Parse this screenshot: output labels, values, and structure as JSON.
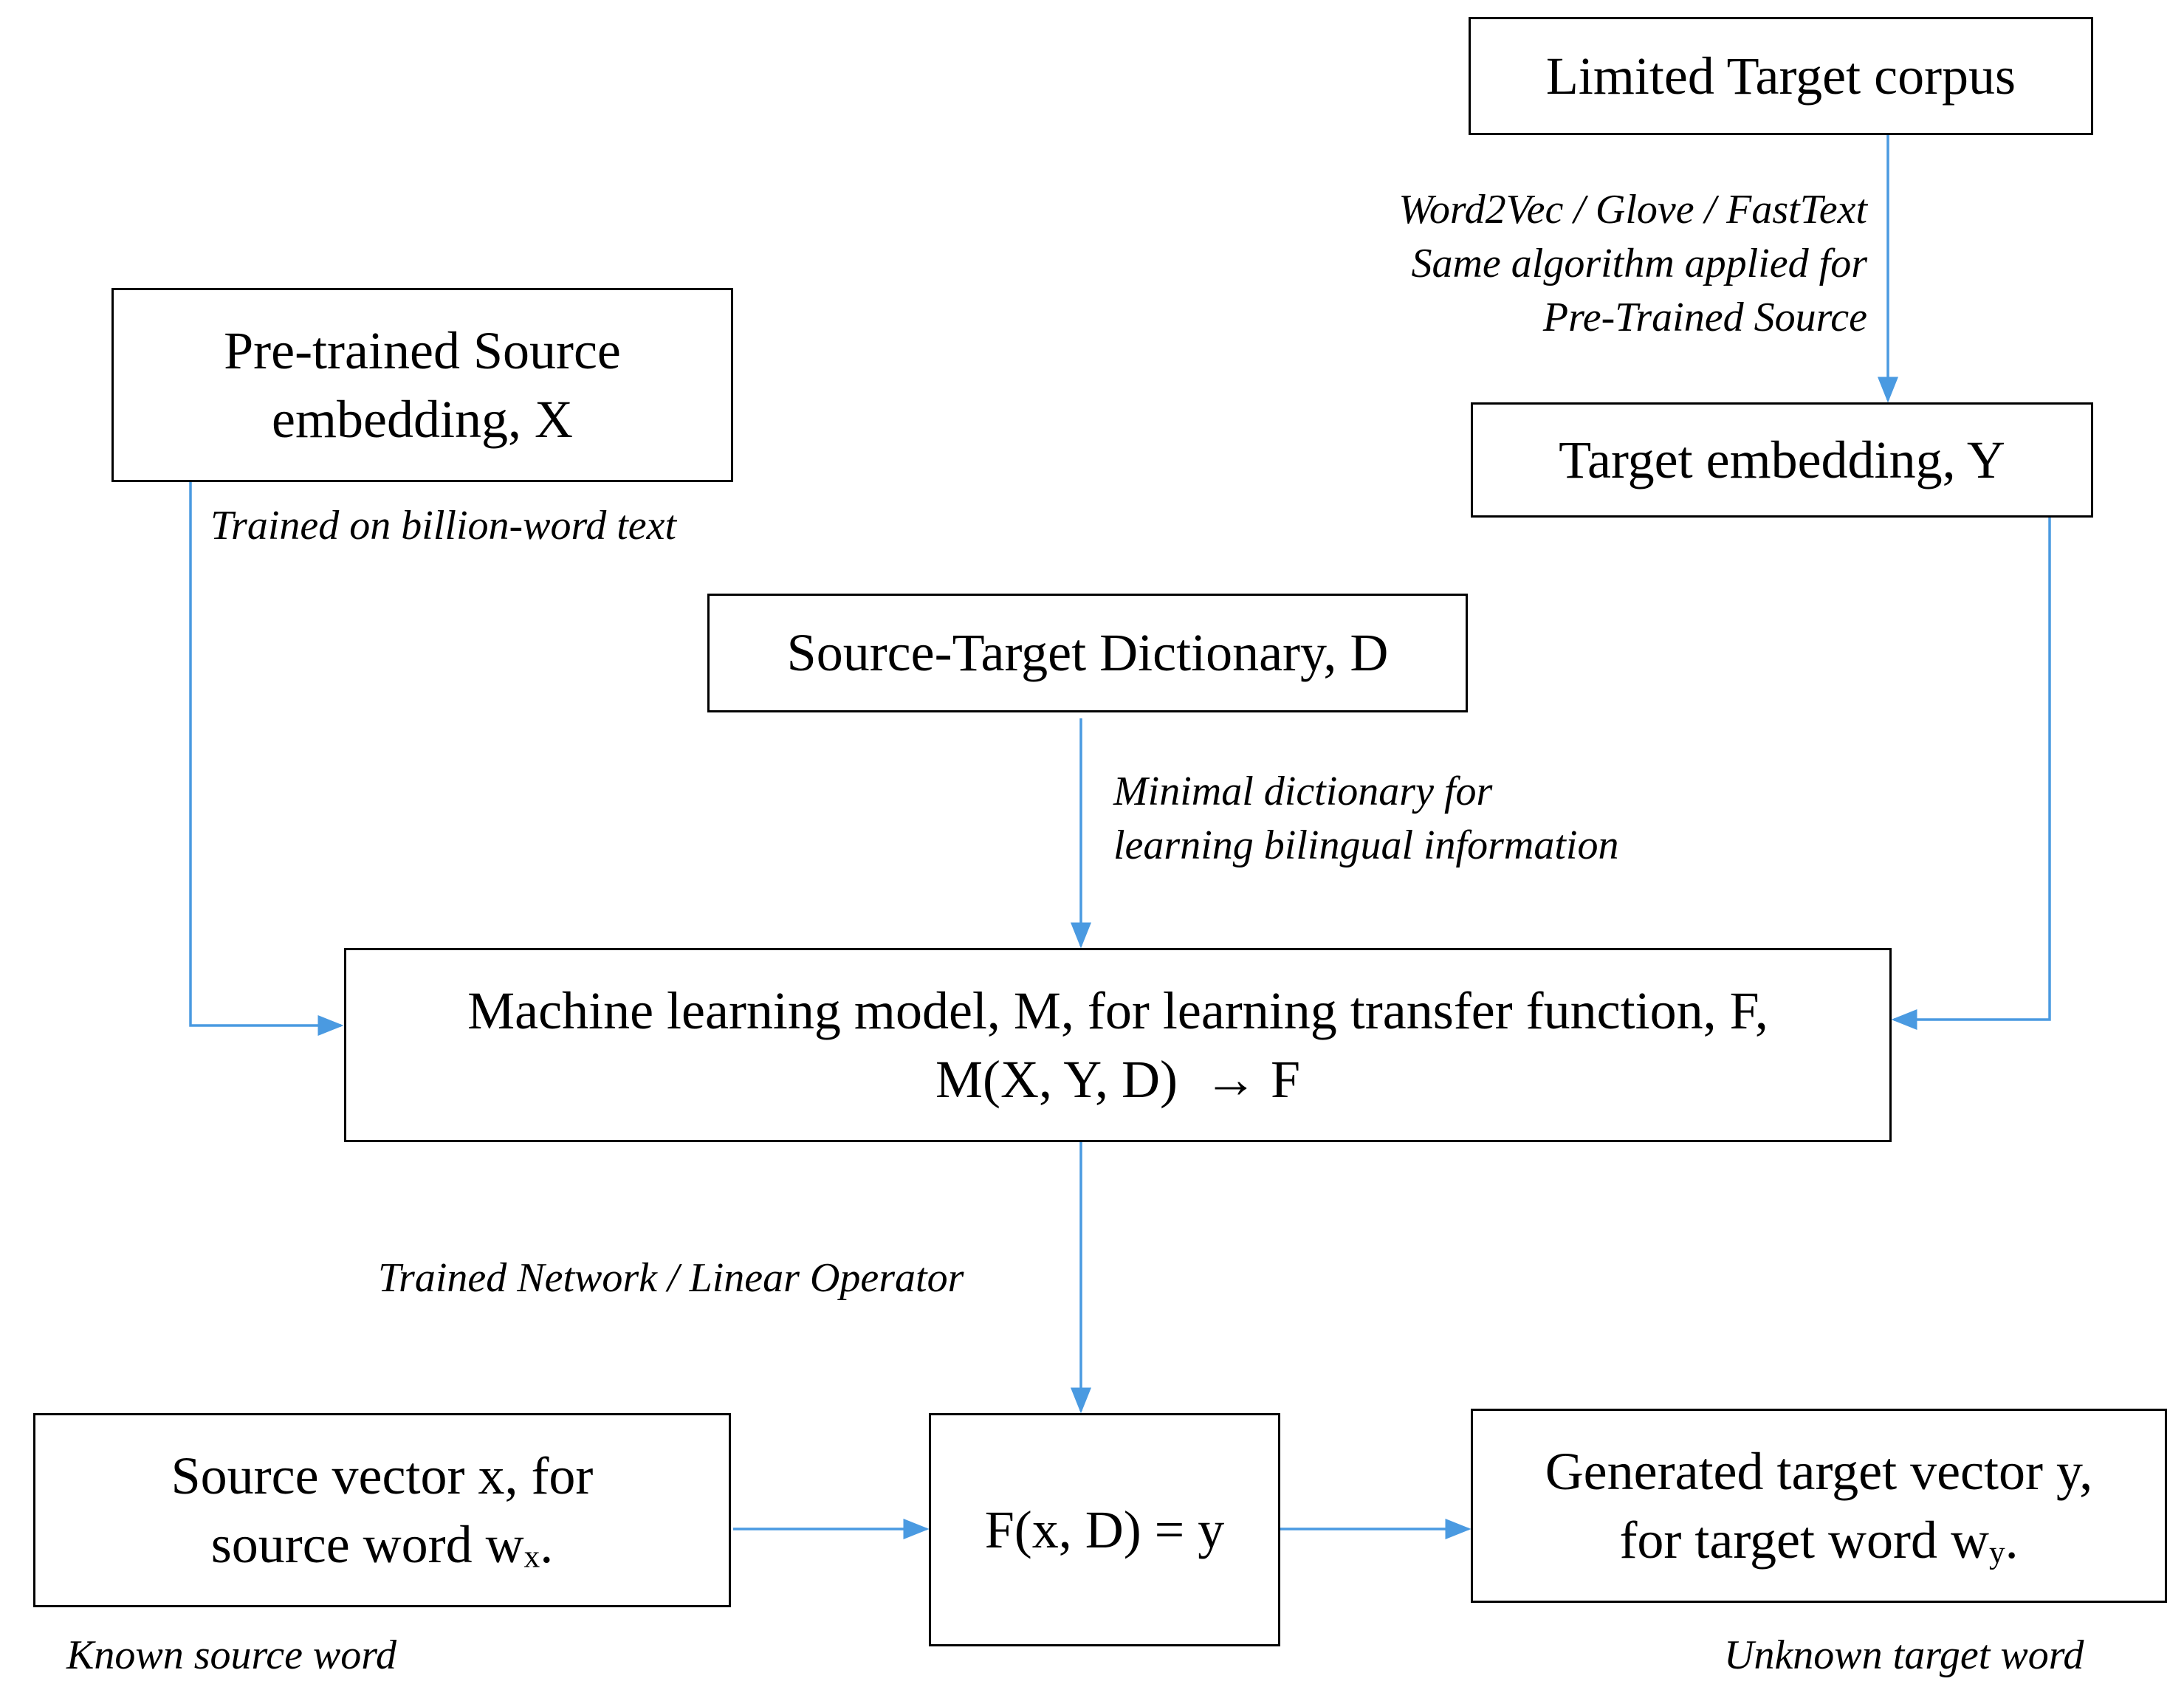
{
  "nodes": {
    "limited_target_corpus": "Limited Target corpus",
    "pretrained_source": [
      "Pre-trained Source",
      "embedding, X"
    ],
    "target_embedding": "Target embedding, Y",
    "dictionary": "Source-Target Dictionary, D",
    "ml_model": [
      "Machine learning model, M, for learning transfer function, F,",
      "M(X, Y, D)  → F"
    ],
    "source_vector": {
      "line1": "Source vector x, for",
      "line2": "source word w",
      "sub": "x",
      "end": "."
    },
    "function": "F(x, D) = y",
    "generated_target": {
      "line1": "Generated target vector y,",
      "line2": "for target word w",
      "sub": "y",
      "end": "."
    }
  },
  "labels": {
    "word2vec": [
      "Word2Vec / Glove / FastText",
      "Same algorithm applied for",
      "Pre-Trained Source"
    ],
    "trained_on": "Trained on billion-word text",
    "minimal_dict": [
      "Minimal dictionary for",
      "learning bilingual information"
    ],
    "trained_network": "Trained Network / Linear Operator",
    "known_source": "Known source word",
    "unknown_target": "Unknown target word"
  },
  "colors": {
    "arrow": "#4a9ae1",
    "border": "#000000"
  }
}
